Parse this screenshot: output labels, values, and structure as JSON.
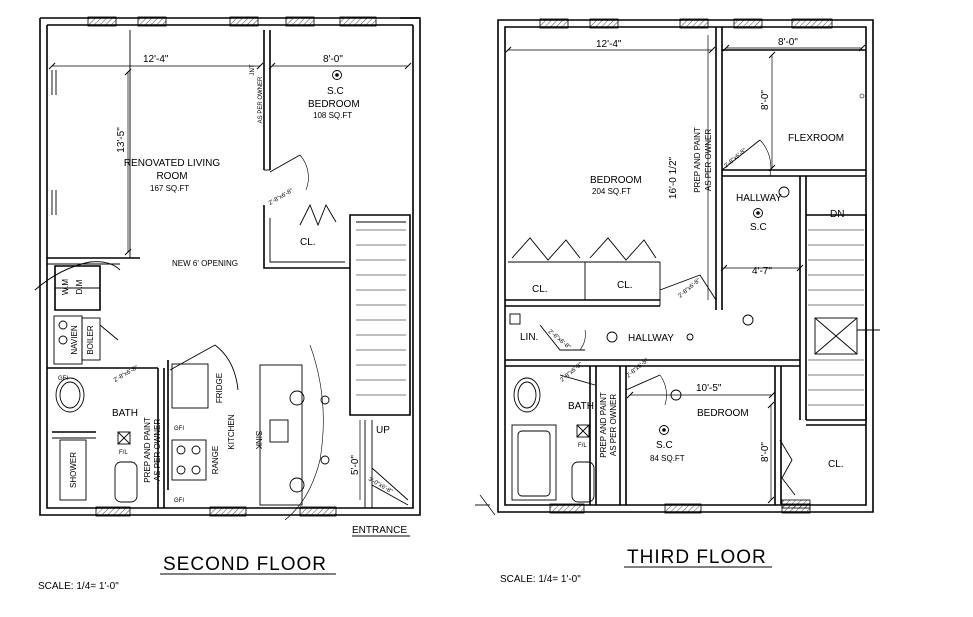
{
  "second_floor": {
    "title": "SECOND FLOOR",
    "scale": "SCALE: 1/4= 1'-0\"",
    "dims": {
      "living_width": "12'-4\"",
      "living_depth": "13'-5\"",
      "bedroom_width": "8'-0\"",
      "entry_depth": "5'-0\""
    },
    "rooms": {
      "living_name": "RENOVATED LIVING ROOM",
      "living_area": "167 SQ.FT",
      "bedroom_sc": "S.C",
      "bedroom_name": "BEDROOM",
      "bedroom_area": "108 SQ.FT",
      "closet": "CL.",
      "new_opening": "NEW 6' OPENING",
      "wm": "W.M",
      "dm": "D.M",
      "navien": "NAVIEN",
      "boiler": "BOILER",
      "gfi": "GFI",
      "bath": "BATH",
      "fl": "F/L",
      "shower": "SHOWER",
      "prep_paint_1": "PREP AND PAINT",
      "prep_paint_2": "AS PER OWNER",
      "fridge": "FRIDGE",
      "kitchen": "KITCHEN",
      "range": "RANGE",
      "sink": "SINK",
      "up": "UP",
      "entrance": "ENTRANCE",
      "wall_note_1": "AS PER OWNER",
      "wall_note_2": "JNT"
    }
  },
  "third_floor": {
    "title": "THIRD FLOOR",
    "scale": "SCALE: 1/4= 1'-0\"",
    "dims": {
      "bedroom_width": "12'-4\"",
      "flex_width": "8'-0\"",
      "flex_depth": "8'-0\"",
      "bedroom_depth": "16'-0 1/2\"",
      "hall_width": "4'-7\"",
      "small_bed_width": "10'-5\"",
      "small_bed_depth": "8'-0\""
    },
    "rooms": {
      "bedroom_name": "BEDROOM",
      "bedroom_area": "204 SQ.FT",
      "closet": "CL.",
      "prep_paint_1": "PREP AND PAINT",
      "prep_paint_2": "AS PER OWNER",
      "flexroom": "FLEXROOM",
      "hallway": "HALLWAY",
      "sc": "S.C",
      "dn": "DN",
      "lin": "LIN.",
      "bath": "BATH",
      "fl": "F/L",
      "small_bed_name": "BEDROOM",
      "small_bed_area": "84 SQ.FT"
    }
  },
  "door_tags": {
    "d1": "2'-8\"x6'-8\"",
    "d2": "2'-6\"x6'-8\"",
    "d3": "3'-0\"x6'-8\""
  }
}
